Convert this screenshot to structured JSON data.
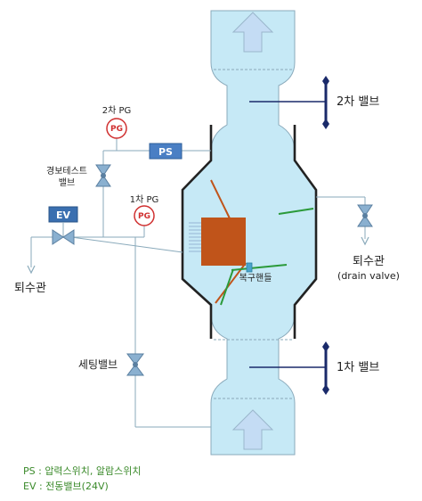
{
  "labels": {
    "secondary_valve": "2차 밸브",
    "primary_valve": "1차 밸브",
    "pg2": "2차 PG",
    "pg1": "1차 PG",
    "pg_symbol": "PG",
    "ps_symbol": "PS",
    "ev_symbol": "EV",
    "alarm_test_valve_line1": "경보테스트",
    "alarm_test_valve_line2": "밸브",
    "drain_left": "퇴수관",
    "drain_right": "퇴수관",
    "drain_right_en": "(drain valve)",
    "reset_handle": "복구핸들",
    "setting_valve": "세팅밸브"
  },
  "legend": {
    "ps": "PS : 압력스위치, 알람스위치",
    "ev": "EV : 전동밸브(24V)"
  },
  "colors": {
    "pipe": "#c6e9f6",
    "pipe_line": "#8aaabb",
    "dash": "#8aa8b8",
    "arrow_fill": "#c4dcf4",
    "arrow_stroke": "#9ab6cc",
    "body_outline": "#222222",
    "valve_stem": "#1a2a6a",
    "ps_box": "#4a7fc4",
    "ev_box": "#3a6fb0",
    "pg_ring": "#d03030",
    "clapper": "#c0541a",
    "green_part": "#2b9a3a",
    "legend_text": "#3a8a2a"
  }
}
